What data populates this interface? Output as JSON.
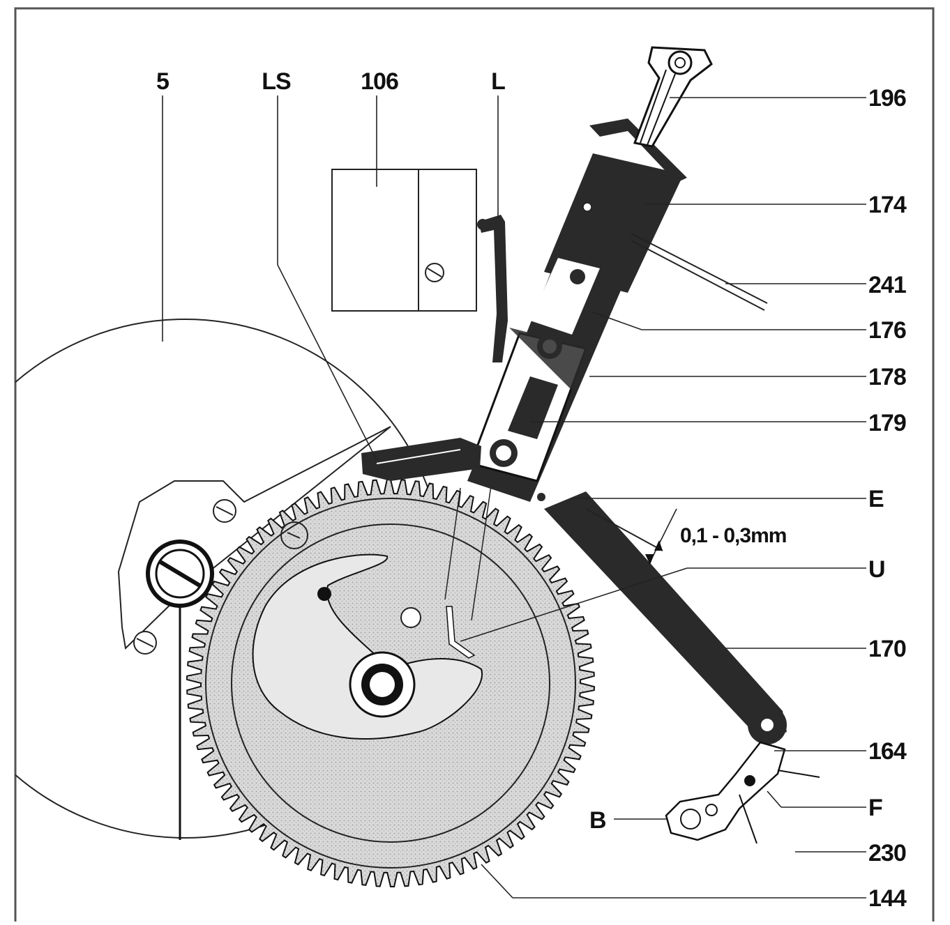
{
  "labels": {
    "top": {
      "l5": "5",
      "ls": "LS",
      "l106": "106",
      "l": "L"
    },
    "right": {
      "l196": "196",
      "l174": "174",
      "l241": "241",
      "l176": "176",
      "l178": "178",
      "l179": "179",
      "le": "E",
      "lu": "U",
      "l170": "170",
      "l164": "164",
      "lf": "F",
      "l230": "230",
      "l144": "144"
    },
    "left": {
      "lb": "B"
    },
    "dimension": "0,1  - 0,3mm"
  },
  "colors": {
    "ink": "#111111",
    "gear_fill": "#d4d4d4",
    "dark_part": "#2a2a2a",
    "frame": "#555555"
  }
}
